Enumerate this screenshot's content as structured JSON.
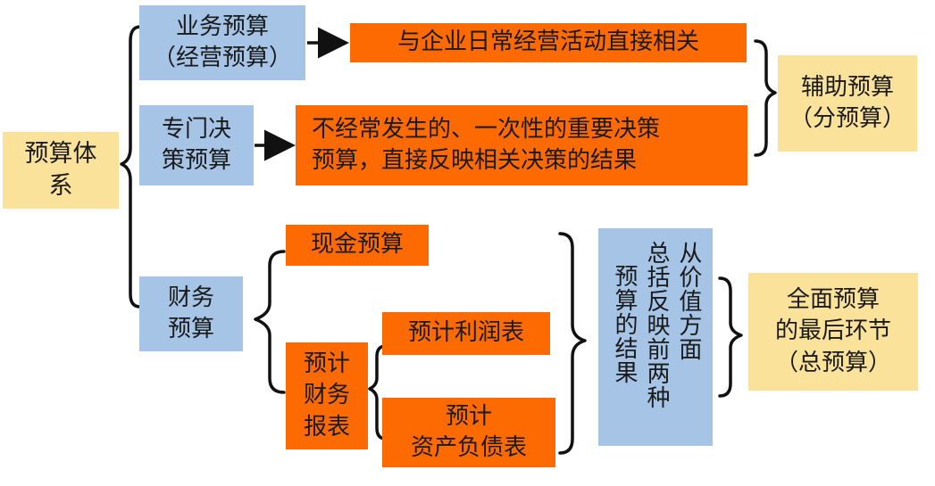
{
  "root": {
    "lines": [
      "预算体",
      "系"
    ]
  },
  "business_budget": {
    "lines": [
      "业务预算",
      "（经营预算）"
    ]
  },
  "decision_budget": {
    "lines": [
      "专门决",
      "策预算"
    ]
  },
  "finance_budget": {
    "lines": [
      "财务",
      "预算"
    ]
  },
  "desc_business": {
    "text": "与企业日常经营活动直接相关"
  },
  "desc_decision": {
    "lines": [
      "不经常发生的、一次性的重要决策",
      "预算，直接反映相关决策的结果"
    ]
  },
  "aux_budget": {
    "lines": [
      "辅助预算",
      "（分预算）"
    ]
  },
  "cash_budget": {
    "text": "现金预算"
  },
  "forecast_statements": {
    "lines": [
      "预计",
      "财务",
      "报表"
    ]
  },
  "forecast_income": {
    "text": "预计利润表"
  },
  "forecast_balance": {
    "lines": [
      "预计",
      "资产负债表"
    ]
  },
  "summary_box": {
    "columns": [
      "从价值方面",
      "总括反映前两种",
      "预算的结果"
    ]
  },
  "master_budget": {
    "lines": [
      "全面预算",
      "的最后环节",
      "（总预算）"
    ]
  },
  "colors": {
    "yellow": "#fbe29a",
    "blue": "#a6c4e5",
    "orange": "#fd6a02",
    "line": "#111111"
  }
}
